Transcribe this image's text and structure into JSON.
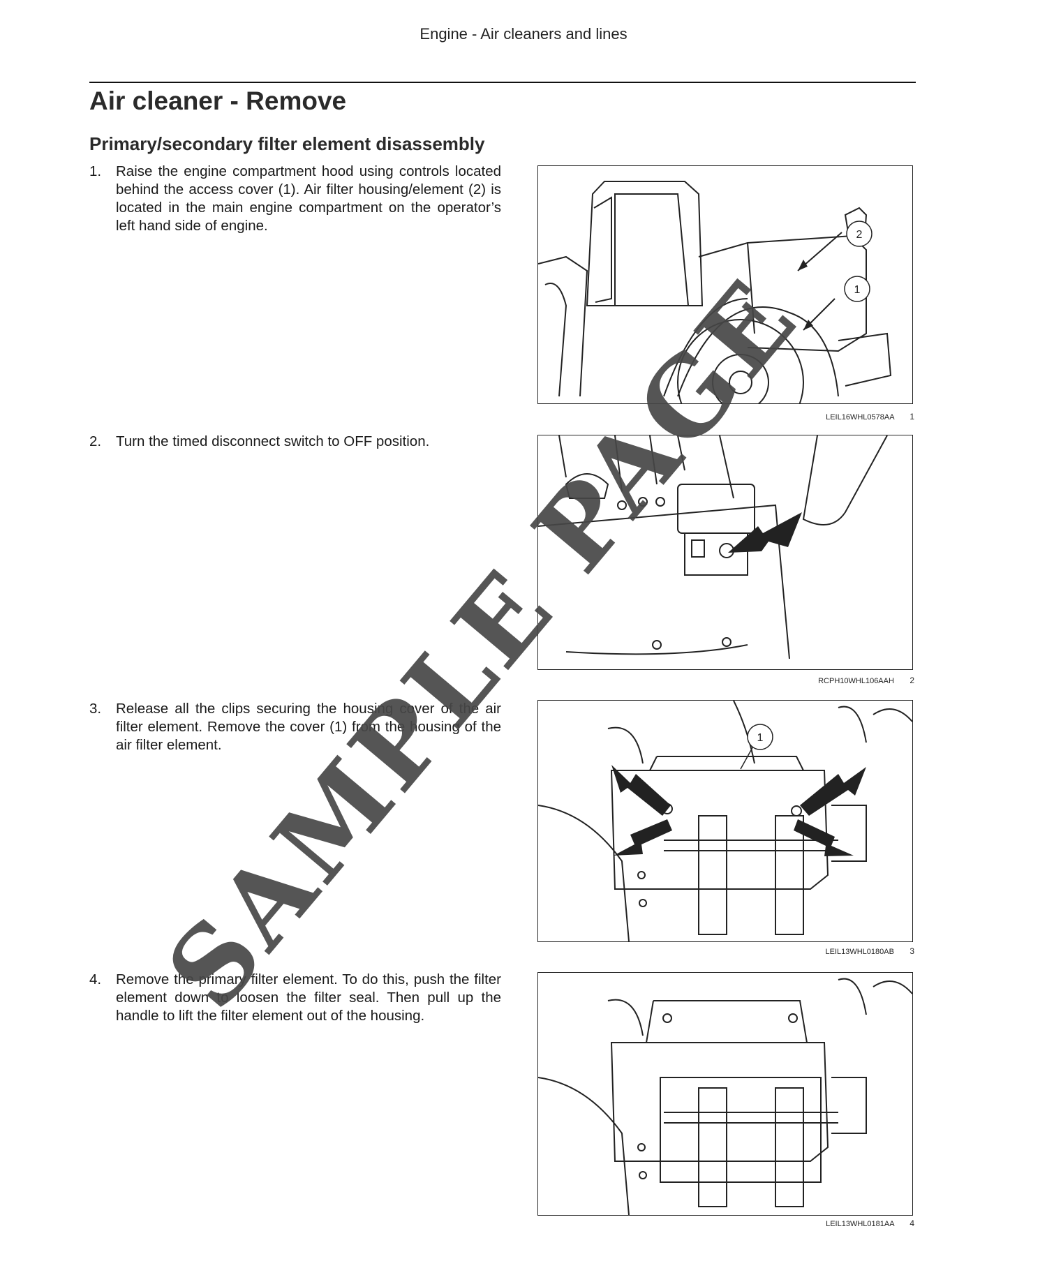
{
  "header": {
    "running_title": "Engine - Air cleaners and lines"
  },
  "page_title": "Air cleaner - Remove",
  "section_title": "Primary/secondary filter element disassembly",
  "steps": [
    {
      "number": "1.",
      "text": "Raise the engine compartment hood using controls located behind the access cover (1). Air filter housing/element (2) is located in the main engine compartment on the operator’s left hand side of engine."
    },
    {
      "number": "2.",
      "text": "Turn the timed disconnect switch to OFF position."
    },
    {
      "number": "3.",
      "text": "Release all the clips securing the housing cover of the air filter element. Remove the cover (1) from the housing of the air filter element."
    },
    {
      "number": "4.",
      "text": "Remove the primary filter element. To do this, push the filter element down to loosen the filter seal. Then pull up the handle to lift the filter element out of the housing."
    }
  ],
  "figures": [
    {
      "code": "LEIL16WHL0578AA",
      "number": "1",
      "callouts": [
        "2",
        "1"
      ]
    },
    {
      "code": "RCPH10WHL106AAH",
      "number": "2",
      "callouts": []
    },
    {
      "code": "LEIL13WHL0180AB",
      "number": "3",
      "callouts": [
        "1"
      ]
    },
    {
      "code": "LEIL13WHL0181AA",
      "number": "4",
      "callouts": []
    }
  ],
  "watermark": "SAMPLE PAGE"
}
